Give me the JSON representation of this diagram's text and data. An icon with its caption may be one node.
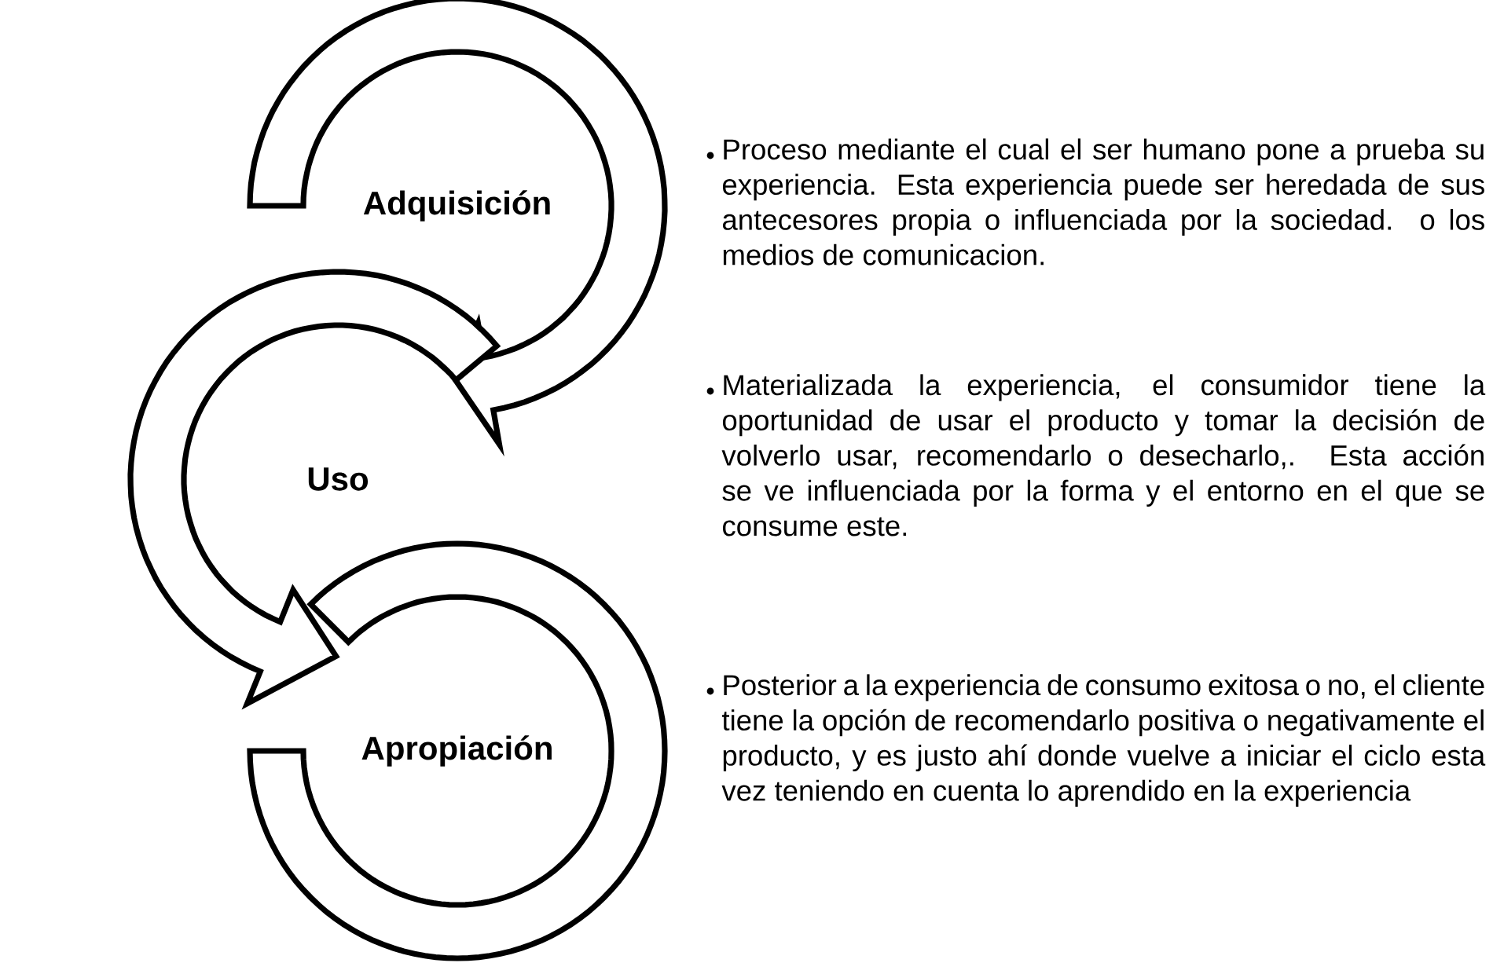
{
  "diagram": {
    "nodes": [
      {
        "text": [
          "Adquisición"
        ]
      },
      {
        "text": [
          "Uso"
        ]
      },
      {
        "text": [
          "Apropiación"
        ]
      }
    ],
    "edges": [
      {
        "from": 0,
        "to": 1,
        "arrow": "to"
      },
      {
        "from": 1,
        "to": 2,
        "arrow": "to"
      }
    ],
    "labels": [
      "Proceso mediante el cual el ser humano pone a prueba su experiencia. Esta experiencia puede ser heredada de sus antecesores propia o influenciada por la sociedad. o los medios de comunicacion.",
      "Materializada la experiencia, el consumidor tiene la oportunidad de usar el producto y tomar la decisión de volverlo usar, recomendarlo o desecharlo,. Esta acción se ve influenciada por la forma y el entorno en el que se consume este.",
      "Posterior a la experiencia de consumo exitosa o no, el cliente tiene la opción de recomendarlo positiva o negativamente el producto, y es justo ahí donde vuelve a iniciar el ciclo esta vez teniendo en cuenta lo aprendido en la experiencia"
    ]
  }
}
